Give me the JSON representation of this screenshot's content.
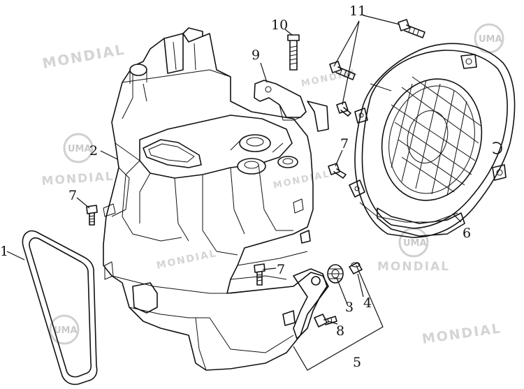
{
  "watermarks": {
    "brand": "MONDIAL",
    "logo": "UMA"
  },
  "callouts": [
    {
      "id": "c1",
      "label": "1"
    },
    {
      "id": "c2",
      "label": "2"
    },
    {
      "id": "c3",
      "label": "3"
    },
    {
      "id": "c4",
      "label": "4"
    },
    {
      "id": "c5",
      "label": "5"
    },
    {
      "id": "c6",
      "label": "6"
    },
    {
      "id": "c7a",
      "label": "7"
    },
    {
      "id": "c7b",
      "label": "7"
    },
    {
      "id": "c7c",
      "label": "7"
    },
    {
      "id": "c8",
      "label": "8"
    },
    {
      "id": "c9",
      "label": "9"
    },
    {
      "id": "c10",
      "label": "10"
    },
    {
      "id": "c11",
      "label": "11"
    }
  ]
}
